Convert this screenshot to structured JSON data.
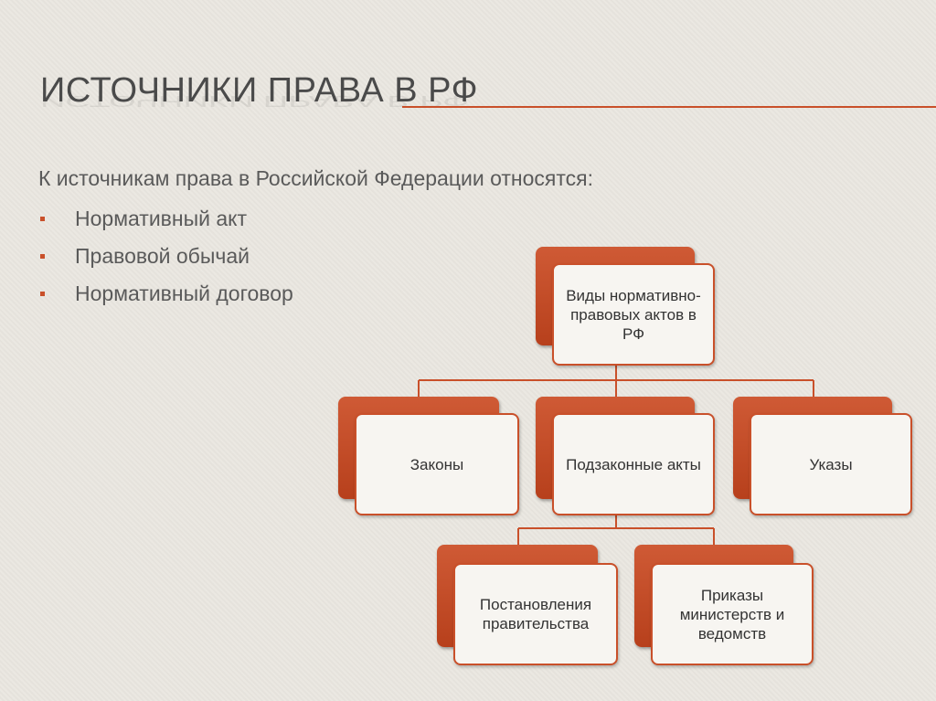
{
  "slide": {
    "title": "ИСТОЧНИКИ ПРАВА В РФ",
    "intro": "К источникам права в Российской Федерации относятся:",
    "bullets": [
      "Нормативный акт",
      "Правовой обычай",
      "Нормативный договор"
    ]
  },
  "diagram": {
    "root": "Виды нормативно-правовых актов в РФ",
    "level1": [
      "Законы",
      "Подзаконные акты",
      "Указы"
    ],
    "level2": [
      "Постановления правительства",
      "Приказы министерств и ведомств"
    ]
  },
  "colors": {
    "accent": "#c9502a",
    "background": "#e9e6df",
    "text": "#5a5a5a"
  }
}
